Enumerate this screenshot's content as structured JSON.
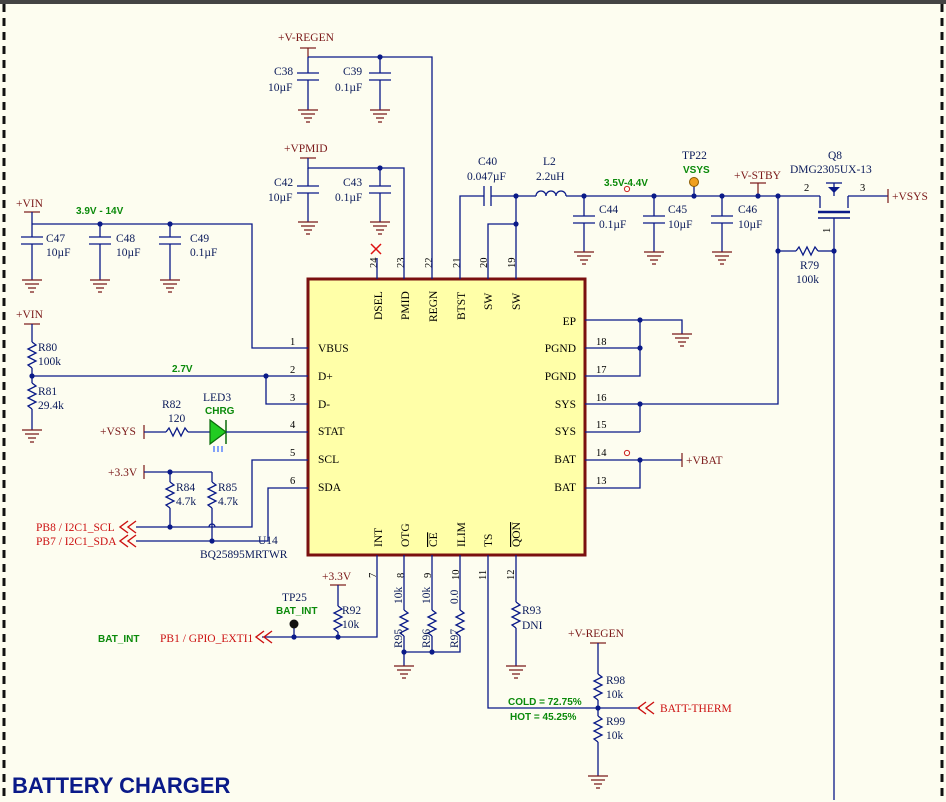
{
  "title": "BATTERY CHARGER",
  "ic": {
    "ref": "U14",
    "part": "BQ25895MRTWR",
    "left_pins": [
      {
        "num": "1",
        "name": "VBUS"
      },
      {
        "num": "2",
        "name": "D+"
      },
      {
        "num": "3",
        "name": "D-"
      },
      {
        "num": "4",
        "name": "STAT"
      },
      {
        "num": "5",
        "name": "SCL"
      },
      {
        "num": "6",
        "name": "SDA"
      }
    ],
    "right_pins": [
      {
        "num": "",
        "name": "EP"
      },
      {
        "num": "18",
        "name": "PGND"
      },
      {
        "num": "17",
        "name": "PGND"
      },
      {
        "num": "16",
        "name": "SYS"
      },
      {
        "num": "15",
        "name": "SYS"
      },
      {
        "num": "14",
        "name": "BAT"
      },
      {
        "num": "13",
        "name": "BAT"
      }
    ],
    "top_pins": [
      {
        "num": "24",
        "name": "DSEL"
      },
      {
        "num": "23",
        "name": "PMID"
      },
      {
        "num": "22",
        "name": "REGN"
      },
      {
        "num": "21",
        "name": "BTST"
      },
      {
        "num": "20",
        "name": "SW"
      },
      {
        "num": "19",
        "name": "SW"
      }
    ],
    "bottom_pins": [
      {
        "num": "7",
        "name": "INT"
      },
      {
        "num": "8",
        "name": "OTG"
      },
      {
        "num": "9",
        "name": "CE"
      },
      {
        "num": "10",
        "name": "ILIM"
      },
      {
        "num": "11",
        "name": "TS"
      },
      {
        "num": "12",
        "name": "QON"
      }
    ]
  },
  "power": {
    "vregen_top": "+V-REGEN",
    "vpmid": "+VPMID",
    "vin_1": "+VIN",
    "vin_2": "+VIN",
    "vsys_left": "+VSYS",
    "v33_a": "+3.3V",
    "v33_b": "+3.3V",
    "vstby": "+V-STBY",
    "vsys_right": "+VSYS",
    "vbat": "+VBAT",
    "vregen_bottom": "+V-REGEN"
  },
  "caps": {
    "c38": {
      "ref": "C38",
      "val": "10µF"
    },
    "c39": {
      "ref": "C39",
      "val": "0.1µF"
    },
    "c42": {
      "ref": "C42",
      "val": "10µF"
    },
    "c43": {
      "ref": "C43",
      "val": "0.1µF"
    },
    "c47": {
      "ref": "C47",
      "val": "10µF"
    },
    "c48": {
      "ref": "C48",
      "val": "10µF"
    },
    "c49": {
      "ref": "C49",
      "val": "0.1µF"
    },
    "c40": {
      "ref": "C40",
      "val": "0.047µF"
    },
    "c44": {
      "ref": "C44",
      "val": "0.1µF"
    },
    "c45": {
      "ref": "C45",
      "val": "10µF"
    },
    "c46": {
      "ref": "C46",
      "val": "10µF"
    }
  },
  "inductor": {
    "ref": "L2",
    "val": "2.2uH"
  },
  "resistors": {
    "r80": {
      "ref": "R80",
      "val": "100k"
    },
    "r81": {
      "ref": "R81",
      "val": "29.4k"
    },
    "r82": {
      "ref": "R82",
      "val": "120"
    },
    "r84": {
      "ref": "R84",
      "val": "4.7k"
    },
    "r85": {
      "ref": "R85",
      "val": "4.7k"
    },
    "r79": {
      "ref": "R79",
      "val": "100k"
    },
    "r92": {
      "ref": "R92",
      "val": "10k"
    },
    "r93": {
      "ref": "R93",
      "val": "DNI"
    },
    "r95": {
      "ref": "R95",
      "val": "10k"
    },
    "r96": {
      "ref": "R96",
      "val": "10k"
    },
    "r97": {
      "ref": "R97",
      "val": "0.0"
    },
    "r98": {
      "ref": "R98",
      "val": "10k"
    },
    "r99": {
      "ref": "R99",
      "val": "10k"
    }
  },
  "led": {
    "ref": "LED3",
    "label": "CHRG"
  },
  "mosfet": {
    "ref": "Q8",
    "part": "DMG2305UX-13",
    "pin_g": "1",
    "pin_s": "2",
    "pin_d": "3"
  },
  "testpoints": {
    "tp22": {
      "ref": "TP22",
      "label": "VSYS"
    },
    "tp25": {
      "ref": "TP25",
      "label": "BAT_INT"
    }
  },
  "annotations": {
    "vin_range": "3.9V - 14V",
    "dplus_v": "2.7V",
    "vsys_range": "3.5V-4.4V",
    "cold": "COLD = 72.75%",
    "hot": "HOT = 45.25%",
    "bat_int": "BAT_INT"
  },
  "ports": {
    "scl": "PB8 / I2C1_SCL",
    "sda": "PB7 / I2C1_SDA",
    "exti": "PB1 / GPIO_EXTI1",
    "therm": "BATT-THERM"
  },
  "colors": {
    "wire": "#0a1a88",
    "power": "#7a1818",
    "ic_fill": "#ffffa8",
    "ic_border": "#7a1010",
    "net_green": "#0a8a0a",
    "port_red": "#cc1111"
  }
}
